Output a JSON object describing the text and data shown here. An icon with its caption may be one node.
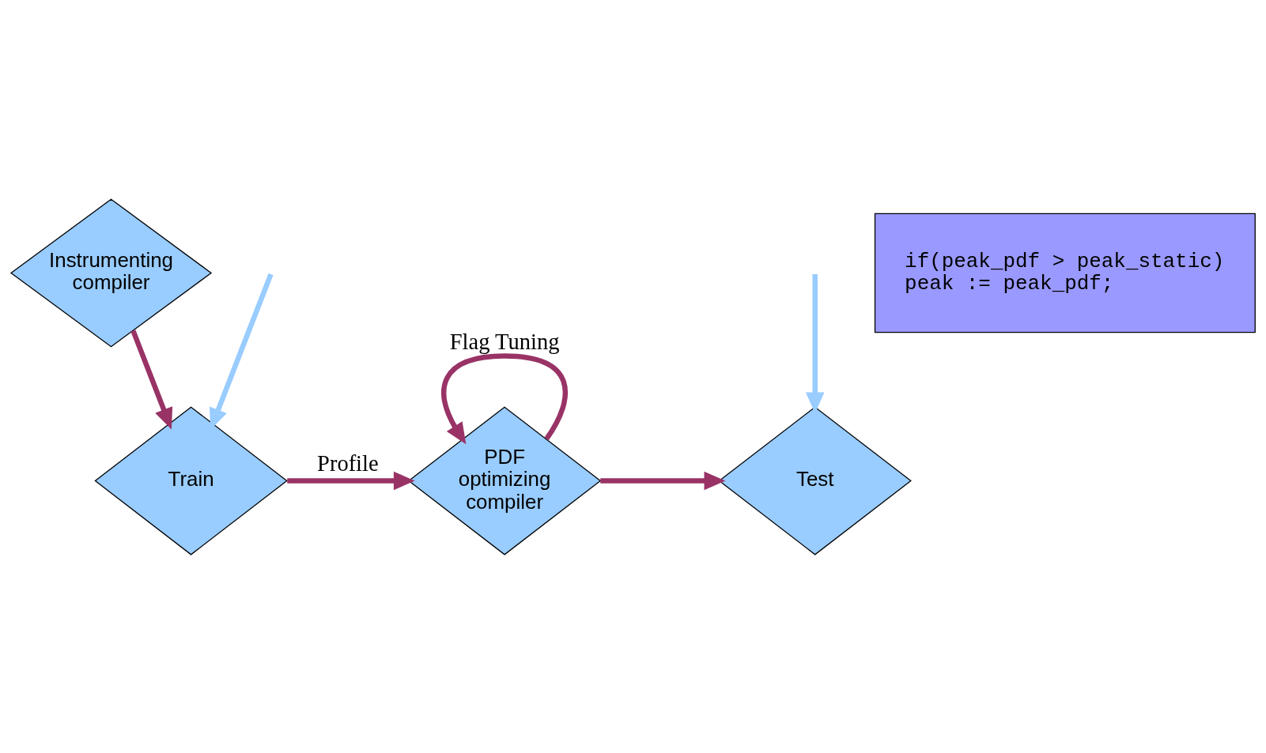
{
  "diagram": {
    "nodes": [
      {
        "text": [
          "Train"
        ]
      },
      {
        "text": [
          "PDF optimizing compiler"
        ]
      },
      {
        "text": [
          "Test"
        ]
      },
      {
        "text": [
          "Instrumenting compiler"
        ]
      },
      {
        "text": [
          "if(peak_pdf > peak_static)",
          "peak := peak_pdf;"
        ]
      }
    ],
    "edges": [
      {
        "from": null,
        "to": 0,
        "arrow": "to",
        "color": "#99ccff"
      },
      {
        "from": null,
        "to": 2,
        "arrow": "to",
        "color": "#99ccff"
      },
      {
        "from": 0,
        "to": 1,
        "arrow": "to",
        "label": "Profile"
      },
      {
        "from": 1,
        "to": 1,
        "arrow": "to",
        "label": "Flag Tuning"
      },
      {
        "from": 1,
        "to": 2,
        "arrow": "to"
      },
      {
        "from": 3,
        "to": 0,
        "arrow": "to"
      }
    ]
  }
}
